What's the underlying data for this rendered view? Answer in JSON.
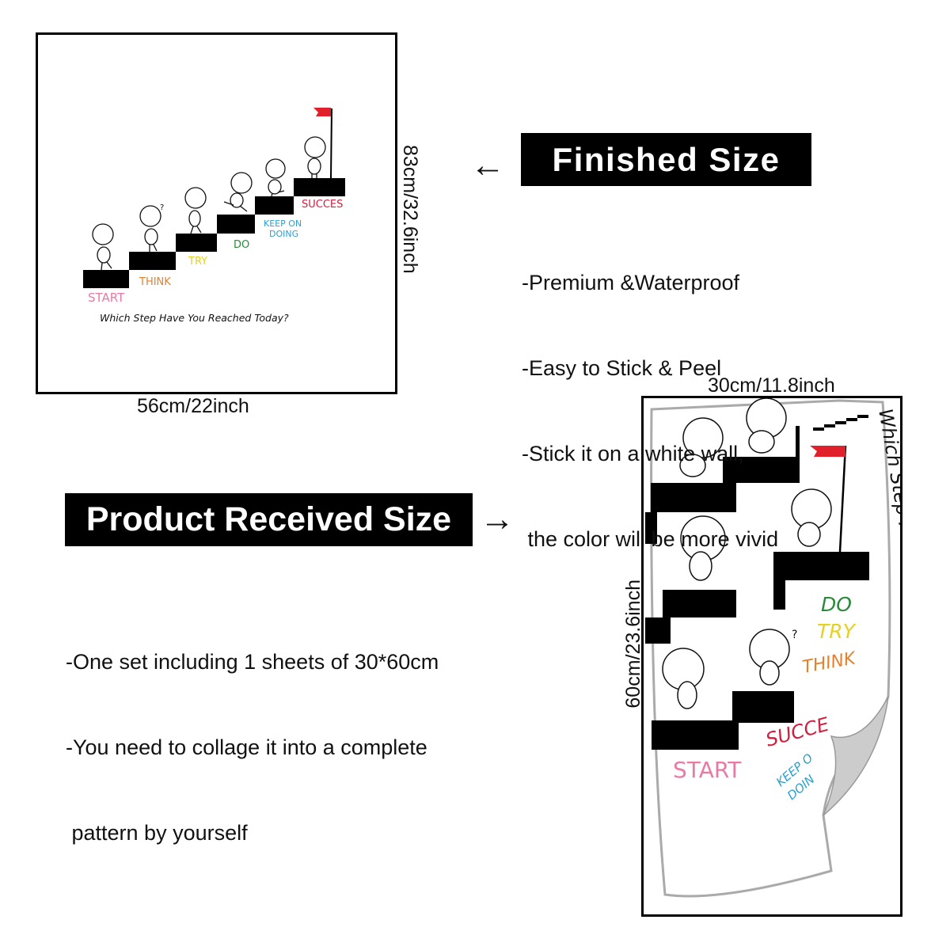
{
  "artwork": {
    "steps": [
      "START",
      "THINK",
      "TRY",
      "DO",
      "KEEP ON",
      "DOING",
      "SUCCES"
    ],
    "caption": "Which Step Have You Reached Today?",
    "received_labels": {
      "do": "DO",
      "try": "TRY",
      "think": "THINK",
      "start": "START",
      "succe": "SUCCE",
      "keep": "KEEP O",
      "doing": "DOIN"
    },
    "received_caption": "Which Step Have You Reached Today",
    "colors": {
      "start": "#e87aa5",
      "think": "#e8802a",
      "try": "#e6d21e",
      "do": "#2a8a3a",
      "keep": "#2aa0d0",
      "succes": "#d0203f",
      "flag": "#e0202a"
    }
  },
  "finished": {
    "width_label": "56cm/22inch",
    "height_label": "83cm/32.6inch",
    "arrow": "←",
    "title": "Finished Size",
    "bullets": [
      "-Premium &Waterproof",
      "-Easy to Stick & Peel",
      "-Stick it on a white wall,",
      " the color will be more vivid"
    ]
  },
  "received": {
    "title": "Product Received Size",
    "arrow": "→",
    "bullets": [
      "-One set including 1 sheets of 30*60cm",
      "-You need to collage it into a complete",
      " pattern by yourself"
    ],
    "width_label": "30cm/11.8inch",
    "height_label": "60cm/23.6inch"
  }
}
